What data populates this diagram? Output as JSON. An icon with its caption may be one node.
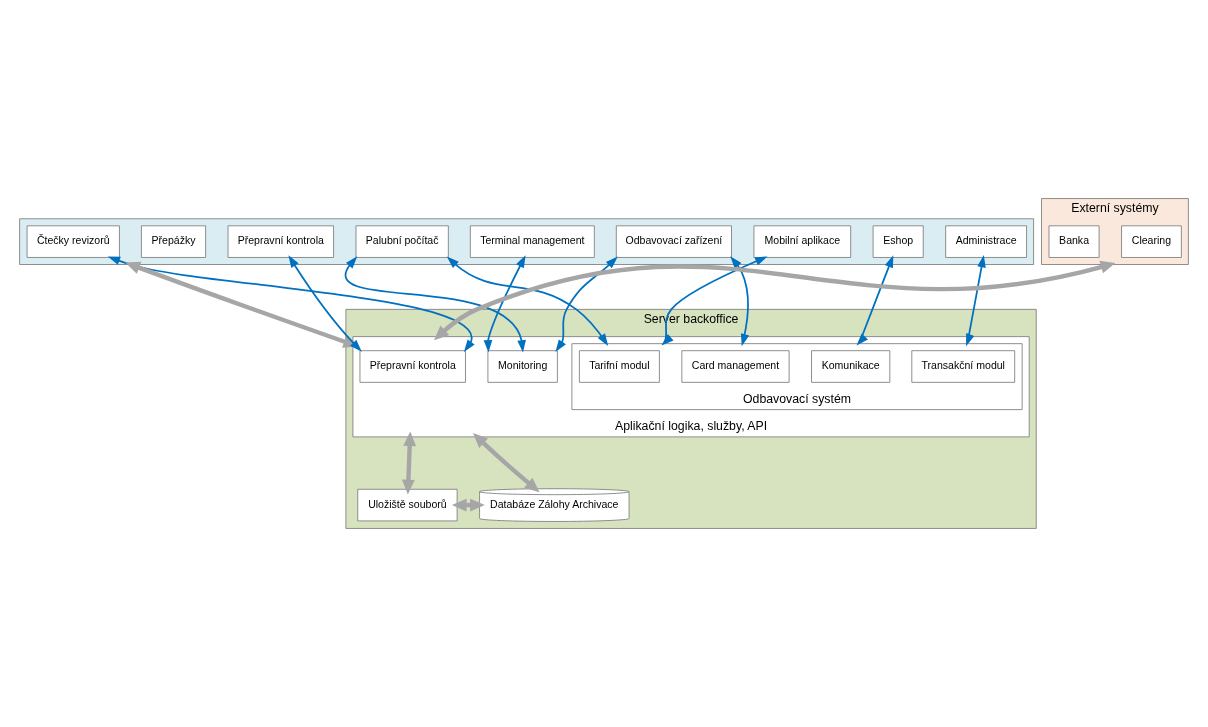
{
  "diagram": {
    "nodes": [
      {
        "text": [],
        "shape": "box"
      },
      {
        "text": [
          "Čtečky revizorů"
        ],
        "in": 0
      },
      {
        "text": [
          "Palubní počítač"
        ],
        "in": 0
      },
      {
        "text": [
          "Odbavovací zařízení"
        ],
        "in": 0
      },
      {
        "text": [
          "Eshop"
        ],
        "in": 0
      },
      {
        "text": [
          "Mobilní aplikace"
        ],
        "in": 0
      },
      {
        "text": [
          "Přepravní kontrola"
        ],
        "in": 0
      },
      {
        "text": [
          "Terminal management"
        ],
        "in": 0
      },
      {
        "text": [
          "Přepážky"
        ],
        "in": 0
      },
      {
        "text": [
          "Administrace"
        ],
        "in": 0
      },
      {
        "text": [
          "Externí systémy"
        ]
      },
      {
        "text": [
          "Clearing"
        ],
        "in": 10
      },
      {
        "text": [
          "Banka"
        ],
        "in": 10
      },
      {
        "text": [
          "Server backoffice"
        ]
      },
      {
        "text": [
          "Aplikační logika, služby, API"
        ],
        "in": 13
      },
      {
        "text": [
          "Přepravní kontrola"
        ],
        "in": 14
      },
      {
        "text": [
          "Monitoring"
        ],
        "in": 14
      },
      {
        "text": [
          "Odbavovací systém"
        ],
        "in": 14
      },
      {
        "text": [
          "Tarifní modul"
        ],
        "in": 17
      },
      {
        "text": [
          "Card management"
        ],
        "in": 17
      },
      {
        "text": [
          "Transakční modul"
        ],
        "in": 17
      },
      {
        "text": [
          "Komunikace"
        ],
        "in": 17
      },
      {
        "text": [
          "Uložiště souborů"
        ],
        "in": 13
      },
      {
        "text": [
          "Databáze Zálohy Archivace"
        ],
        "in": 13
      }
    ],
    "edges": [
      {
        "from": 6,
        "to": 15,
        "arrow": "both"
      },
      {
        "from": 1,
        "to": 15,
        "arrow": "both"
      },
      {
        "from": 7,
        "to": 16,
        "arrow": "both"
      },
      {
        "from": 2,
        "to": 16,
        "arrow": "both"
      },
      {
        "from": 3,
        "to": 16,
        "arrow": "both"
      },
      {
        "from": 2,
        "to": 17,
        "arrow": "both"
      },
      {
        "from": 3,
        "to": 17,
        "arrow": "both"
      },
      {
        "from": 9,
        "to": 17,
        "arrow": "both"
      },
      {
        "from": 4,
        "to": 17,
        "arrow": "both"
      },
      {
        "from": 5,
        "to": 17,
        "arrow": "both"
      },
      {
        "from": 0,
        "to": 14,
        "arrow": "both",
        "style": "thick",
        "color": "#a6a6a6"
      },
      {
        "from": 10,
        "to": 14,
        "arrow": "both",
        "style": "thick",
        "color": "#a6a6a6"
      },
      {
        "from": 14,
        "to": 22,
        "arrow": "both",
        "style": "thick",
        "color": "#a6a6a6"
      },
      {
        "from": 14,
        "to": 23,
        "arrow": "both",
        "style": "thick",
        "color": "#a6a6a6"
      },
      {
        "from": 22,
        "to": 23,
        "arrow": "both",
        "style": "thick",
        "color": "#a6a6a6"
      }
    ]
  }
}
